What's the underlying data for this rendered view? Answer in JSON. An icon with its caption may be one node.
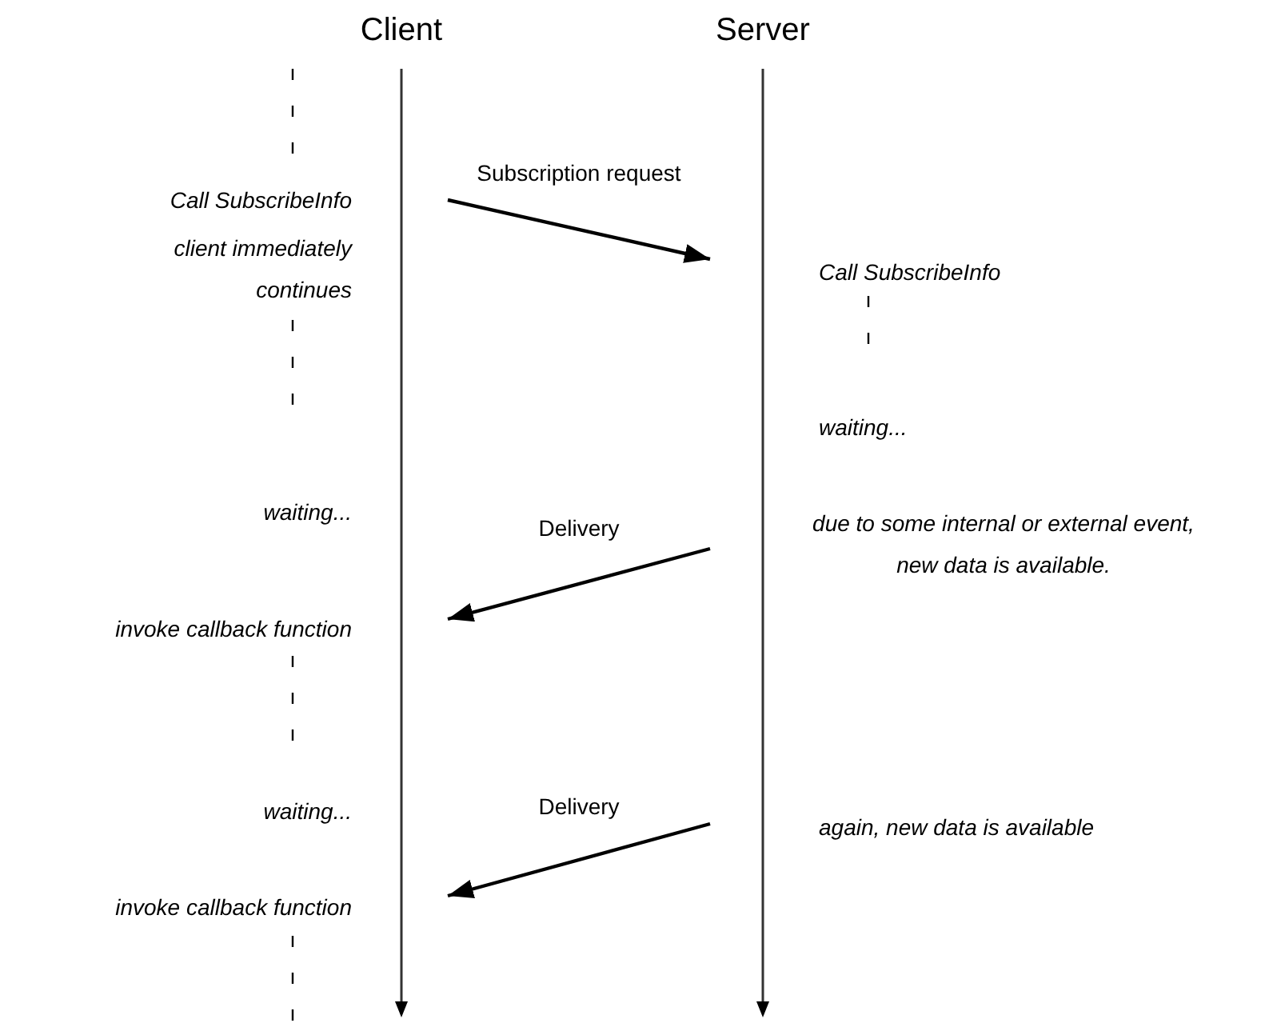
{
  "diagram": {
    "nodes": [
      {
        "text": [
          "Client"
        ]
      },
      {
        "text": [
          "Server"
        ]
      }
    ],
    "edges": [
      {
        "from": 0,
        "to": 1,
        "arrow": "to",
        "label": "Subscription request"
      },
      {
        "from": 1,
        "to": 0,
        "arrow": "to",
        "label": "Delivery"
      },
      {
        "from": 1,
        "to": 0,
        "arrow": "to",
        "label": "Delivery"
      }
    ],
    "labels": [
      "Call SubscribeInfo",
      "client immediately continues",
      "Call SubscribeInfo",
      "waiting...",
      "waiting...",
      "due to some internal or external event, new data is available.",
      "invoke callback function",
      "waiting...",
      "again, new data is available",
      "invoke callback function"
    ]
  }
}
